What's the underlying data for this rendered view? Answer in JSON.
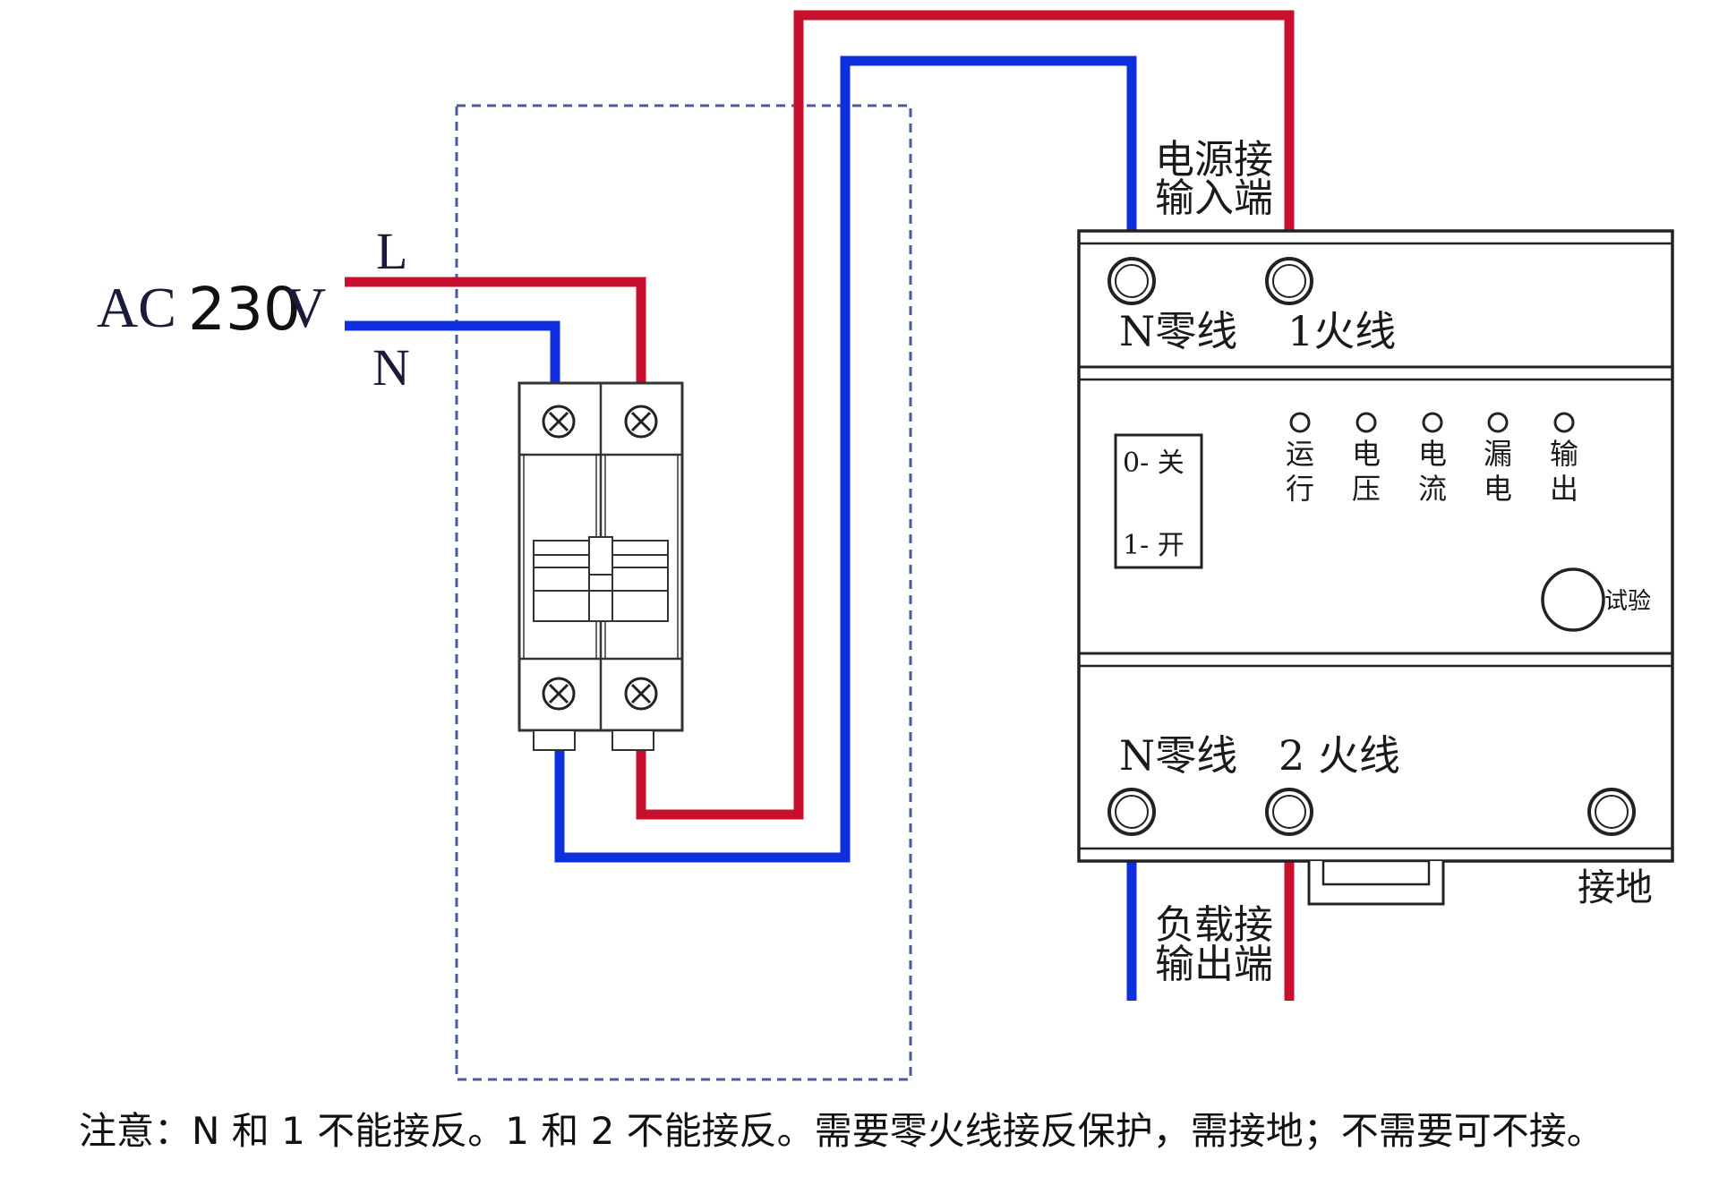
{
  "source": {
    "ac": "AC",
    "voltage": "230",
    "unit": "V",
    "live": "L",
    "neutral": "N"
  },
  "device": {
    "input_label_1": "电源接",
    "input_label_2": "输入端",
    "top_neutral": "N零线",
    "top_live": "1火线",
    "switch_off": "0- 关",
    "switch_on": "1- 开",
    "indicators": [
      {
        "top": "运",
        "bottom": "行"
      },
      {
        "top": "电",
        "bottom": "压"
      },
      {
        "top": "电",
        "bottom": "流"
      },
      {
        "top": "漏",
        "bottom": "电"
      },
      {
        "top": "输",
        "bottom": "出"
      }
    ],
    "test_button": "试验",
    "bottom_neutral": "N零线",
    "bottom_live": "2 火线",
    "ground": "接地",
    "output_label_1": "负载接",
    "output_label_2": "输出端"
  },
  "note": "注意：N 和 1 不能接反。1 和 2 不能接反。需要零火线接反保护，需接地；不需要可不接。",
  "colors": {
    "live": "#c8102e",
    "neutral": "#1030e0",
    "outline": "#222222",
    "dashed": "#4a5aa0"
  }
}
